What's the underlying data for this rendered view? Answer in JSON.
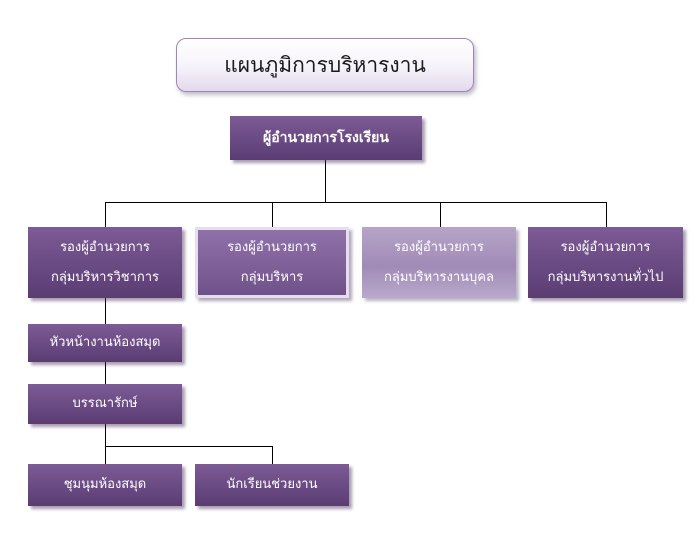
{
  "title": "แผนภูมิการบริหารงาน",
  "director": "ผู้อำนวยการโรงเรียน",
  "deputies": [
    {
      "line1": "รองผู้อำนวยการ",
      "line2": "กลุ่มบริหารวิชาการ"
    },
    {
      "line1": "รองผู้อำนวยการ",
      "line2": "กลุ่มบริหาร"
    },
    {
      "line1": "รองผู้อำนวยการ",
      "line2": "กลุ่มบริหารงานบุคล"
    },
    {
      "line1": "รองผู้อำนวยการ",
      "line2": "กลุ่มบริหารงานทั่วไป"
    }
  ],
  "library_head": "หัวหน้างานห้องสมุด",
  "librarian": "บรรณารักษ์",
  "staff": [
    "ชุมนุมห้องสมุด",
    "นักเรียนช่วยงาน"
  ]
}
